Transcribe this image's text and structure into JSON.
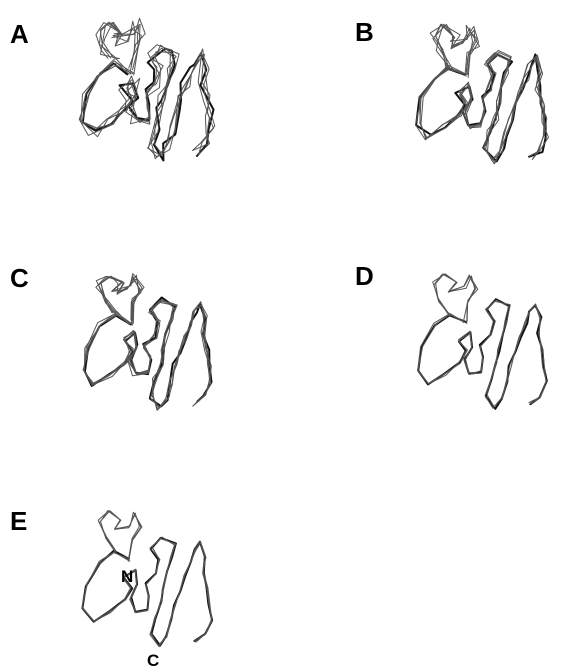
{
  "figure": {
    "panels": [
      {
        "letter": "A",
        "overlay_count": 5
      },
      {
        "letter": "B",
        "overlay_count": 5
      },
      {
        "letter": "C",
        "overlay_count": 5
      },
      {
        "letter": "D",
        "overlay_count": 3
      },
      {
        "letter": "E",
        "overlay_count": 3
      }
    ],
    "terminus_labels": {
      "n_terminus": "N",
      "c_terminus": "C"
    },
    "colors": {
      "background": "#ffffff",
      "trace_light": "#555555",
      "trace_dark": "#111111",
      "text": "#000000"
    }
  }
}
